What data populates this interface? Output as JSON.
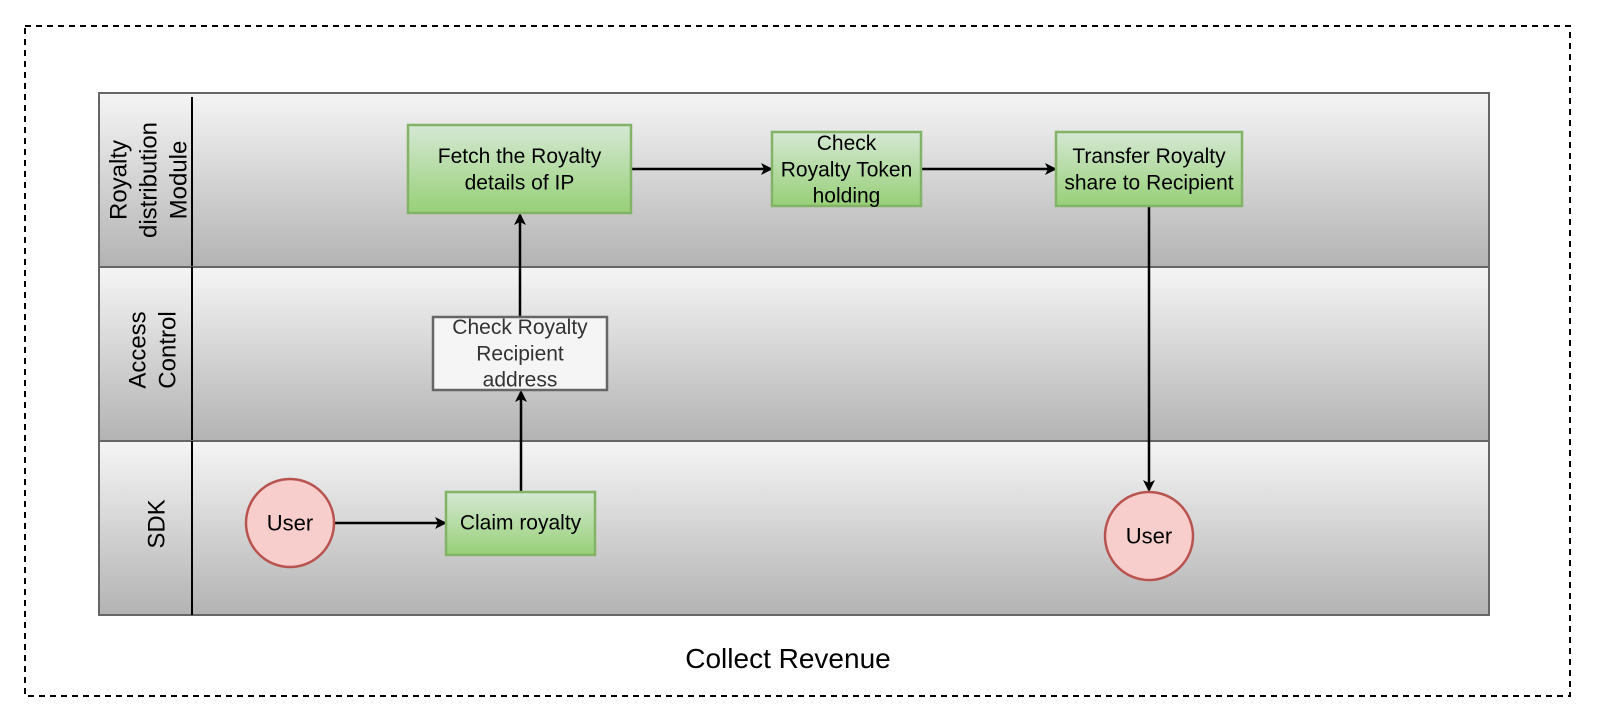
{
  "caption": "Collect Revenue",
  "lanes": [
    {
      "id": "royalty",
      "label_lines": [
        "Royalty",
        "distribution",
        "Module"
      ]
    },
    {
      "id": "access",
      "label_lines": [
        "Access",
        "Control"
      ]
    },
    {
      "id": "sdk",
      "label_lines": [
        "SDK"
      ]
    }
  ],
  "nodes": {
    "fetch": {
      "lines": [
        "Fetch the Royalty",
        "details of IP"
      ]
    },
    "check_token": {
      "lines": [
        "Check",
        "Royalty Token",
        "holding"
      ]
    },
    "transfer": {
      "lines": [
        "Transfer Royalty",
        "share to Recipient"
      ]
    },
    "check_recipient": {
      "lines": [
        "Check Royalty",
        "Recipient",
        "address"
      ]
    },
    "user_start": {
      "lines": [
        "User"
      ]
    },
    "claim": {
      "lines": [
        "Claim royalty"
      ]
    },
    "user_end": {
      "lines": [
        "User"
      ]
    }
  },
  "edges": [
    {
      "from": "user_start",
      "to": "claim"
    },
    {
      "from": "claim",
      "to": "check_recipient"
    },
    {
      "from": "check_recipient",
      "to": "fetch"
    },
    {
      "from": "fetch",
      "to": "check_token"
    },
    {
      "from": "check_token",
      "to": "transfer"
    },
    {
      "from": "transfer",
      "to": "user_end"
    }
  ],
  "colors": {
    "process_fill_top": "#d5e8d4",
    "process_fill_bottom": "#97d077",
    "process_stroke": "#82b366",
    "user_fill": "#f8cecc",
    "user_stroke": "#b85450",
    "check_fill": "#f5f5f5",
    "check_stroke": "#666666",
    "lane_fill_top": "#f5f5f5",
    "lane_fill_bottom": "#b3b3b3",
    "lane_stroke": "#666666"
  }
}
